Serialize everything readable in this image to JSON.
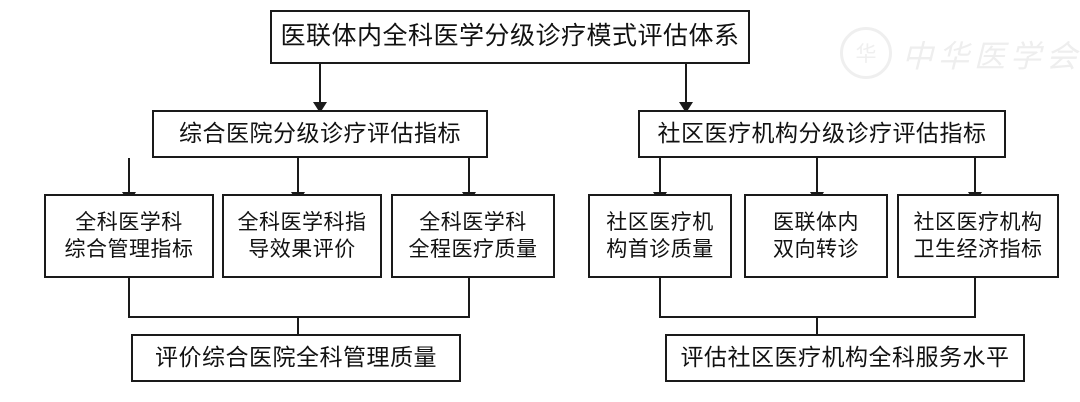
{
  "diagram": {
    "title_node": {
      "label": "医联体内全科医学分级诊疗模式评估体系"
    },
    "level2": [
      {
        "label": "综合医院分级诊疗评估指标"
      },
      {
        "label": "社区医疗机构分级诊疗评估指标"
      }
    ],
    "level3": [
      {
        "label": "全科医学科\n综合管理指标"
      },
      {
        "label": "全科医学科指\n导效果评价"
      },
      {
        "label": "全科医学科\n全程医疗质量"
      },
      {
        "label": "社区医疗机\n构首诊质量"
      },
      {
        "label": "医联体内\n双向转诊"
      },
      {
        "label": "社区医疗机构\n卫生经济指标"
      }
    ],
    "level4": [
      {
        "label": "评价综合医院全科管理质量"
      },
      {
        "label": "评估社区医疗机构全科服务水平"
      }
    ],
    "colors": {
      "stroke": "#1a1a1a",
      "text": "#111111",
      "background": "#ffffff",
      "watermark": "#eeeeee"
    }
  },
  "watermark": {
    "seal_glyph": "华",
    "text": "中华医学会"
  }
}
